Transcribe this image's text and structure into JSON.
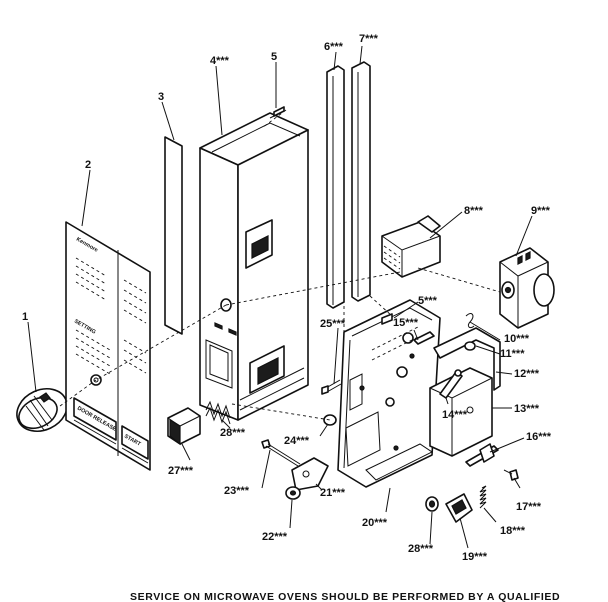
{
  "callouts": {
    "c1": "1",
    "c2": "2",
    "c3": "3",
    "c4": "4***",
    "c5a": "5",
    "c5b": "5***",
    "c6": "6***",
    "c7": "7***",
    "c8": "8***",
    "c9": "9***",
    "c10": "10***",
    "c11": "11***",
    "c12": "12***",
    "c13": "13***",
    "c14": "14***",
    "c15": "15***",
    "c16": "16***",
    "c17": "17***",
    "c18": "18***",
    "c19": "19***",
    "c20": "20***",
    "c21": "21***",
    "c22": "22***",
    "c23": "23***",
    "c24": "24***",
    "c25": "25***",
    "c27": "27***",
    "c28a": "28***",
    "c28b": "28***"
  },
  "panel_labels": {
    "brand": "Kenmore",
    "setting": "SETTING",
    "door_release": "DOOR RELEASE",
    "start": "START"
  },
  "footer_notice": "SERVICE ON MICROWAVE OVENS SHOULD BE PERFORMED BY A QUALIFIED"
}
